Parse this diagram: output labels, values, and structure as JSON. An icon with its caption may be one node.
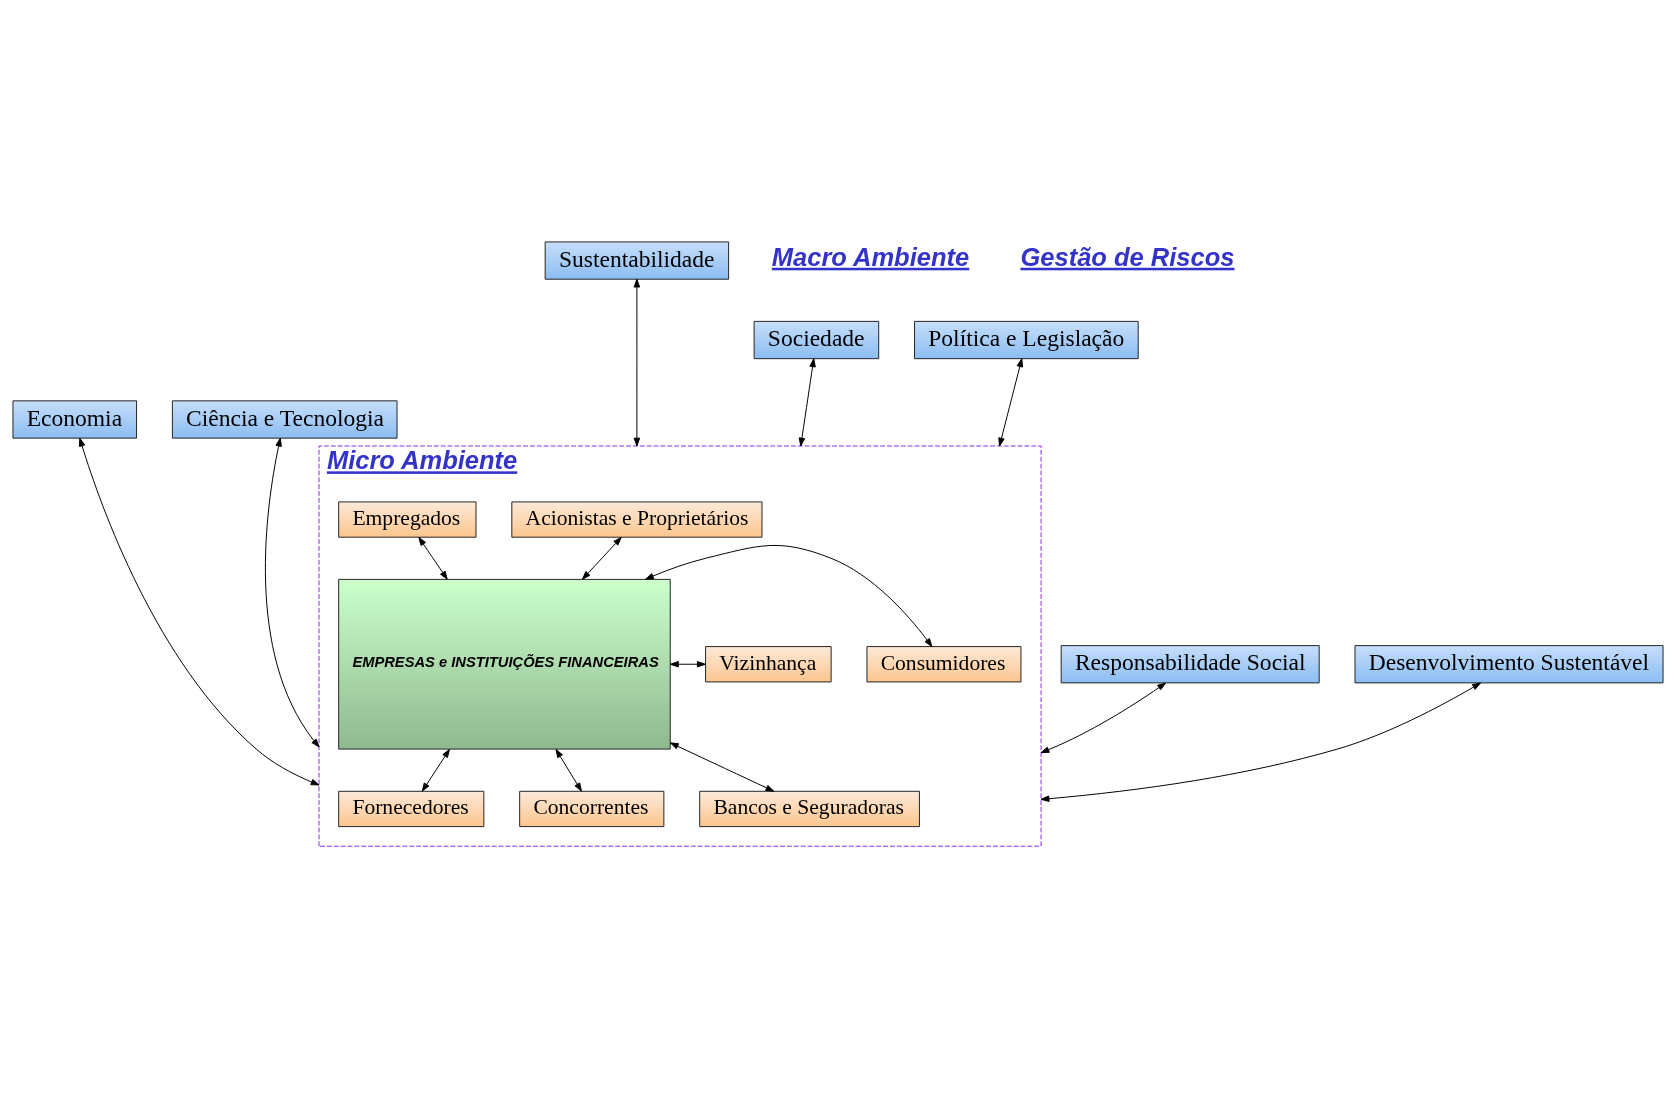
{
  "diagram": {
    "nodes": [
      {
        "text": [
          "Sustentabilidade"
        ]
      },
      {
        "text": [
          "Micro Ambiente"
        ]
      },
      {
        "text": [
          "Acionistas e Proprietários"
        ],
        "in": 1
      },
      {
        "text": [
          "Empregados"
        ],
        "in": 1
      },
      {
        "text": [
          "Sociedade"
        ]
      },
      {
        "text": [
          "Política e Legislação"
        ]
      },
      {
        "text": [
          "Vizinhança"
        ],
        "in": 1
      },
      {
        "text": [
          "EMPRESAS e INSTITUIÇÕES FINANCEIRAS"
        ],
        "in": 1
      },
      {
        "text": [
          "Consumidores"
        ],
        "in": 1
      },
      {
        "text": [
          "Fornecedores"
        ],
        "in": 1
      },
      {
        "text": [
          "Concorrentes"
        ],
        "in": 1
      },
      {
        "text": [
          "Economia"
        ]
      },
      {
        "text": [
          "Ciência e Tecnologia"
        ]
      },
      {
        "text": [
          "Bancos e Seguradoras"
        ],
        "in": 1
      },
      {
        "text": [
          "Responsabilidade Social"
        ]
      },
      {
        "text": [
          "Desenvolvimento Sustentável"
        ]
      }
    ],
    "edges": [
      {
        "from": 0,
        "to": 1,
        "arrow": "both"
      },
      {
        "from": 2,
        "to": 7,
        "arrow": "both"
      },
      {
        "from": 3,
        "to": 7,
        "arrow": "both"
      },
      {
        "from": 4,
        "to": 1,
        "arrow": "both"
      },
      {
        "from": 5,
        "to": 1,
        "arrow": "both"
      },
      {
        "from": 6,
        "to": 7,
        "arrow": "both"
      },
      {
        "from": 7,
        "to": 8,
        "arrow": "both"
      },
      {
        "from": 9,
        "to": 7,
        "arrow": "both"
      },
      {
        "from": 7,
        "to": 10,
        "arrow": "both"
      },
      {
        "from": 11,
        "to": 1,
        "arrow": "both"
      },
      {
        "from": 12,
        "to": 1,
        "arrow": "both"
      },
      {
        "from": 7,
        "to": 13,
        "arrow": "both"
      },
      {
        "from": 14,
        "to": 1,
        "arrow": "both"
      },
      {
        "from": 15,
        "to": 1,
        "arrow": "both"
      }
    ],
    "labels": [
      "Macro Ambiente",
      "Gestão de Riscos"
    ]
  }
}
